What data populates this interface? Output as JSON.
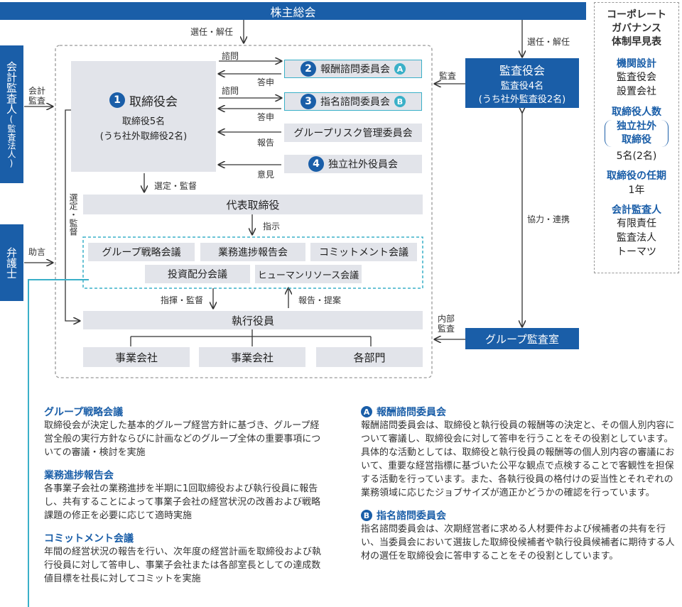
{
  "top": {
    "shareholders": "株主総会"
  },
  "left": {
    "auditor": "会計監査人",
    "auditor_sub": "(監査法人)",
    "lawyer": "弁護士"
  },
  "labels": {
    "elect1": "選任・解任",
    "elect2": "選任・解任",
    "acct_audit": "会計\n監査",
    "advice": "助言",
    "consult1": "諮問",
    "reply1": "答申",
    "consult2": "諮問",
    "reply2": "答申",
    "report": "報告",
    "opinion": "意見",
    "audit": "監査",
    "select_supervise": "選定・監督",
    "select_supervise_v": "選定・監督",
    "instruct": "指示",
    "command": "指揮・監督",
    "report_propose": "報告・提案",
    "coop": "協力・連携",
    "internal_audit": "内部\n監査"
  },
  "board": {
    "num": "1",
    "title": "取締役会",
    "line1": "取締役5名",
    "line2": "(うち社外取締役2名)"
  },
  "committees": [
    {
      "num": "2",
      "label": "報酬諮問委員会",
      "letter": "A"
    },
    {
      "num": "3",
      "label": "指名諮問委員会",
      "letter": "B"
    },
    {
      "label": "グループリスク管理委員会"
    },
    {
      "num": "4",
      "label": "独立社外役員会"
    }
  ],
  "auditboard": {
    "title": "監査役会",
    "line1": "監査役4名",
    "line2": "(うち社外監査役2名)"
  },
  "rep": "代表取締役",
  "meetings": [
    "グループ戦略会議",
    "業務進捗報告会",
    "コミットメント会議",
    "投資配分会議",
    "ヒューマンリソース会議"
  ],
  "exec": "執行役員",
  "units": [
    "事業会社",
    "事業会社",
    "各部門"
  ],
  "group_audit": "グループ監査室",
  "summary": {
    "title": "コーポレート\nガバナンス\n体制早見表",
    "items": [
      {
        "head": "機関設計",
        "val": "監査役会\n設置会社"
      },
      {
        "head": "取締役人数",
        "head2": "独立社外\n取締役",
        "val": "5名(2名)"
      },
      {
        "head": "取締役の任期",
        "val": "1年"
      },
      {
        "head": "会計監査人",
        "val": "有限責任\n監査法人\nトーマツ"
      }
    ]
  },
  "notes_left": [
    {
      "title": "グループ戦略会議",
      "body": "取締役会が決定した基本的グループ経営方針に基づき、グループ経営全般の実行方針ならびに計画などのグループ全体の重要事項についての審議・検討を実施"
    },
    {
      "title": "業務進捗報告会",
      "body": "各事業子会社の業務進捗を半期に1回取締役および執行役員に報告し、共有することによって事業子会社の経営状況の改善および戦略課題の修正を必要に応じて適時実施"
    },
    {
      "title": "コミットメント会議",
      "body": "年間の経営状況の報告を行い、次年度の経営計画を取締役および執行役員に対して答申し、事業子会社または各部室長としての達成数値目標を社長に対してコミットを実施"
    }
  ],
  "notes_right": [
    {
      "letter": "A",
      "title": "報酬諮問委員会",
      "body": "報酬諮問委員会は、取締役と執行役員の報酬等の決定と、その個人別内容について審議し、取締役会に対して答申を行うことをその役割としています。具体的な活動としては、取締役と執行役員の報酬等の個人別内容の審議において、重要な経営指標に基づいた公平な観点で点検することで客観性を担保する活動を行っています。また、各執行役員の格付けの妥当性とそれぞれの業務領域に応じたジョブサイズが適正かどうかの確認を行っています。"
    },
    {
      "letter": "B",
      "title": "指名諮問委員会",
      "body": "指名諮問委員会は、次期経営者に求める人材要件および候補者の共有を行い、当委員会において選抜した取締役候補者や執行役員候補者に期待する人材の選任を取締役会に答申することをその役割としています。"
    }
  ]
}
